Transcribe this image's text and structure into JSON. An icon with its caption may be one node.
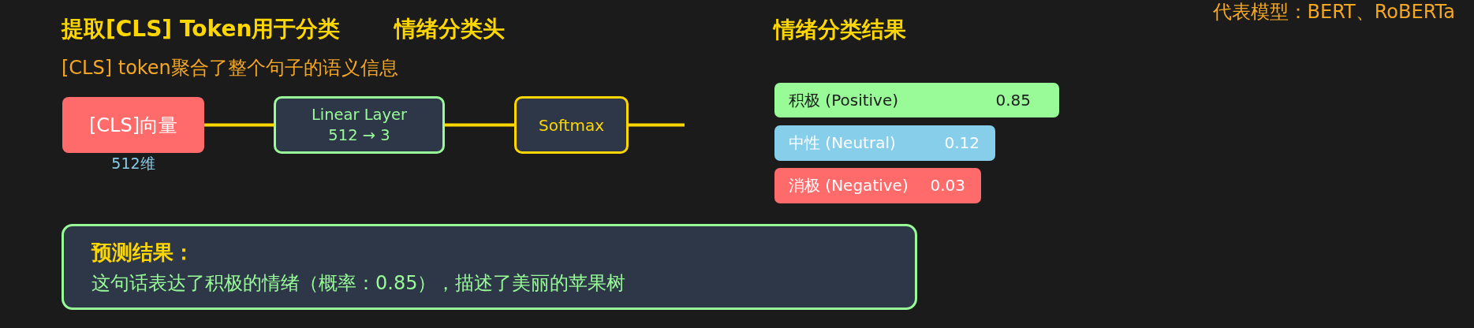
{
  "diagram": {
    "nodes": [
      {
        "text": [
          "[CLS]向量"
        ],
        "beside": [
          "512维"
        ]
      },
      {
        "text": [
          "Linear Layer",
          "512 → 3"
        ]
      },
      {
        "text": [
          "Softmax"
        ]
      },
      {
        "text": [
          "积极 (Positive)",
          "0.85"
        ]
      },
      {
        "text": [
          "中性 (Neutral)",
          "0.12"
        ]
      },
      {
        "text": [
          "消极 (Negative)",
          "0.03"
        ]
      },
      {
        "text": [
          "预测结果：",
          "这句话表达了积极的情绪（概率：0.85），描述了美丽的苹果树"
        ]
      }
    ],
    "edges": [
      {
        "from": 0,
        "to": 1,
        "arrow": "none"
      },
      {
        "from": 1,
        "to": 2,
        "arrow": "none"
      },
      {
        "from": 2,
        "to": null,
        "arrow": "none"
      }
    ],
    "labels": [
      "提取[CLS] Token用于分类",
      "情绪分类头",
      "情绪分类结果",
      "代表模型：BERT、RoBERTa",
      "[CLS] token聚合了整个句子的语义信息"
    ]
  }
}
